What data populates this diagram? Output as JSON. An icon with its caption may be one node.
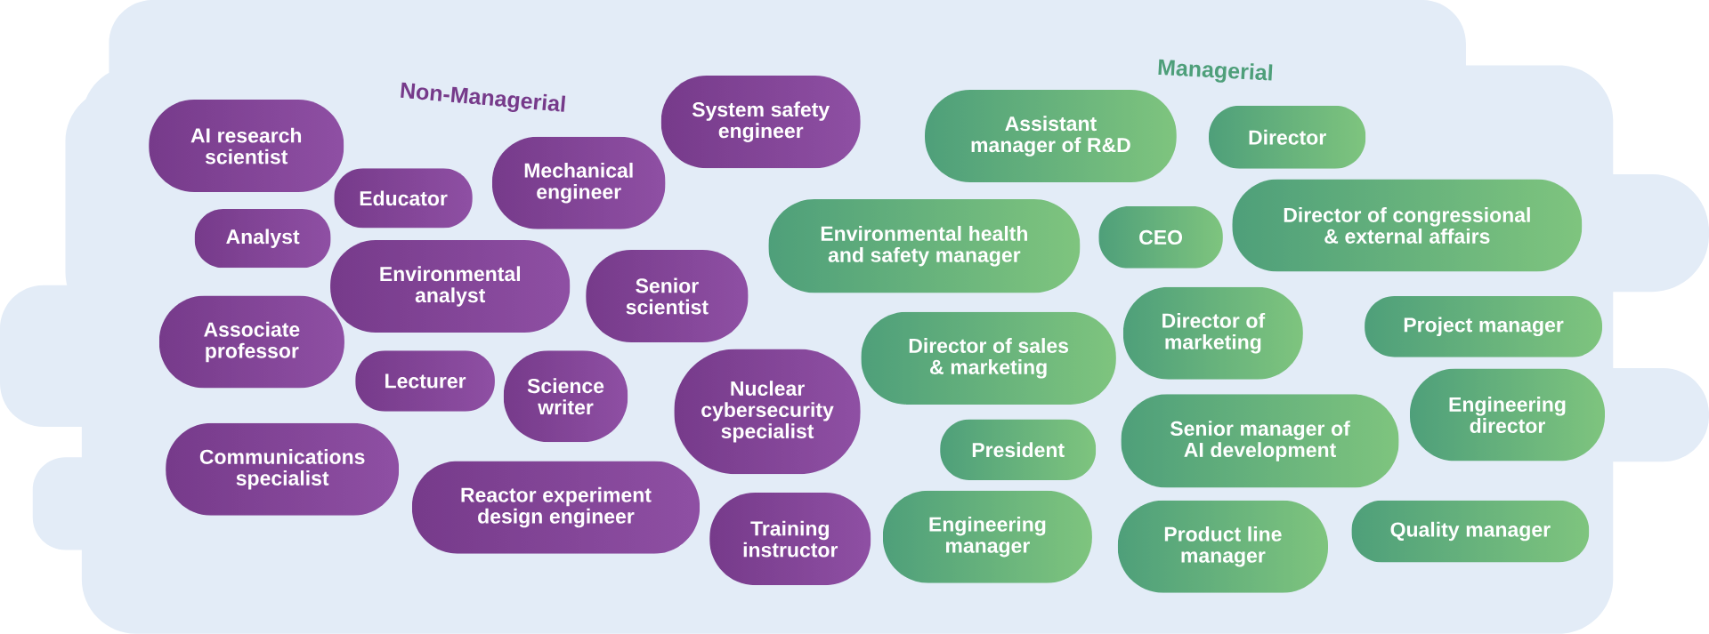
{
  "diagram": {
    "nodes": [
      {
        "text": [
          "AI research scientist"
        ]
      },
      {
        "text": [
          "Educator"
        ]
      },
      {
        "text": [
          "Mechanical engineer"
        ]
      },
      {
        "text": [
          "System safety engineer"
        ]
      },
      {
        "text": [
          "Analyst"
        ]
      },
      {
        "text": [
          "Environmental analyst"
        ]
      },
      {
        "text": [
          "Senior scientist"
        ]
      },
      {
        "text": [
          "Associate professor"
        ]
      },
      {
        "text": [
          "Lecturer"
        ]
      },
      {
        "text": [
          "Science writer"
        ]
      },
      {
        "text": [
          "Nuclear cybersecurity specialist"
        ]
      },
      {
        "text": [
          "Communications specialist"
        ]
      },
      {
        "text": [
          "Reactor experiment design engineer"
        ]
      },
      {
        "text": [
          "Training instructor"
        ]
      },
      {
        "text": [
          "Assistant manager of R&D"
        ]
      },
      {
        "text": [
          "Director"
        ]
      },
      {
        "text": [
          "Environmental health and safety manager"
        ]
      },
      {
        "text": [
          "CEO"
        ]
      },
      {
        "text": [
          "Director of congressional & external affairs"
        ]
      },
      {
        "text": [
          "Director of marketing"
        ]
      },
      {
        "text": [
          "Project manager"
        ]
      },
      {
        "text": [
          "Director of sales & marketing"
        ]
      },
      {
        "text": [
          "Engineering director"
        ]
      },
      {
        "text": [
          "President"
        ]
      },
      {
        "text": [
          "Senior manager of AI development"
        ]
      },
      {
        "text": [
          "Engineering manager"
        ]
      },
      {
        "text": [
          "Product line manager"
        ]
      },
      {
        "text": [
          "Quality manager"
        ]
      }
    ],
    "labels": [
      "Non-Managerial",
      "Managerial"
    ]
  }
}
